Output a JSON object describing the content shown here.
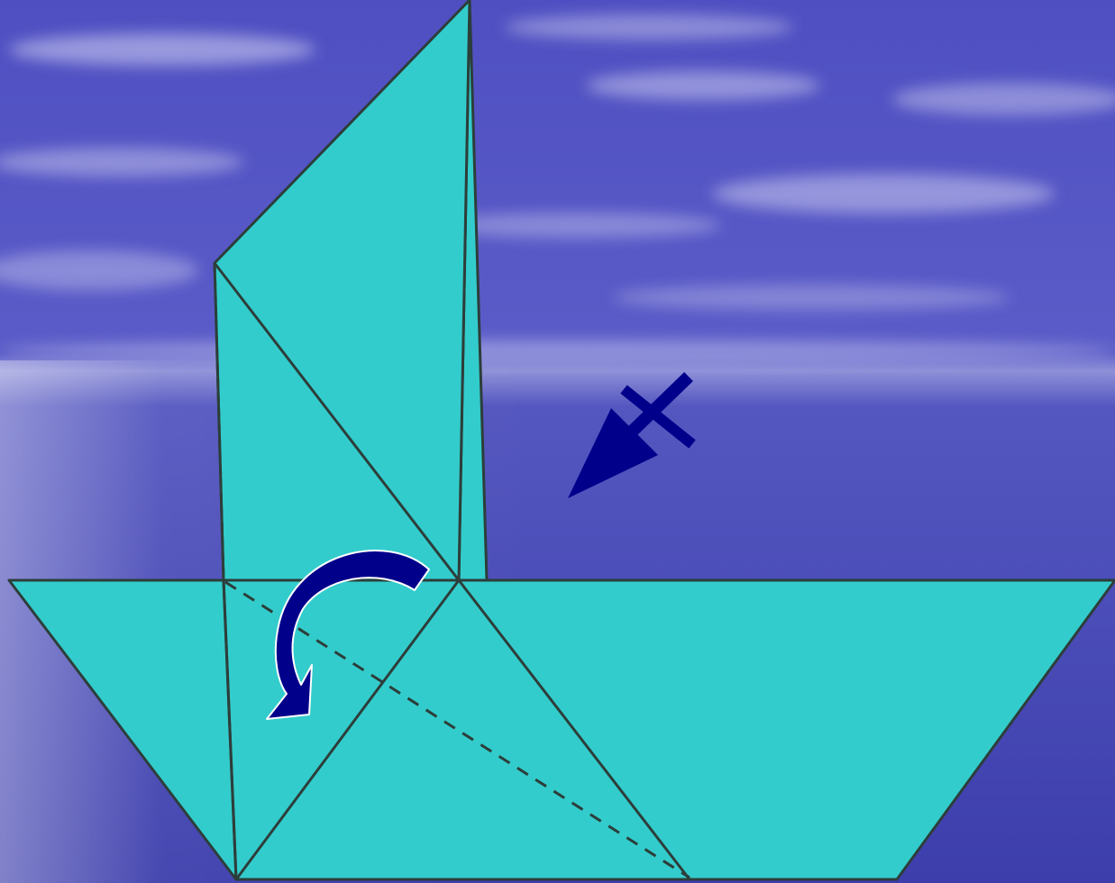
{
  "slide": {
    "background": "sky-over-sea",
    "sky_color": "#4b4cbc",
    "sea_color": "#4445b4",
    "cloud_color": "#c9c9ee"
  },
  "origami": {
    "paper_color": "#33cccc",
    "crease_color": "#2c3e3a",
    "steps": [
      "fold-flap-down-along-dashed-line",
      "turn-model-over"
    ]
  },
  "icons": {
    "fold_arrow": "curved-fold-arrow-icon",
    "flip_arrow": "turn-over-arrow-icon",
    "icon_color": "#00008b"
  }
}
